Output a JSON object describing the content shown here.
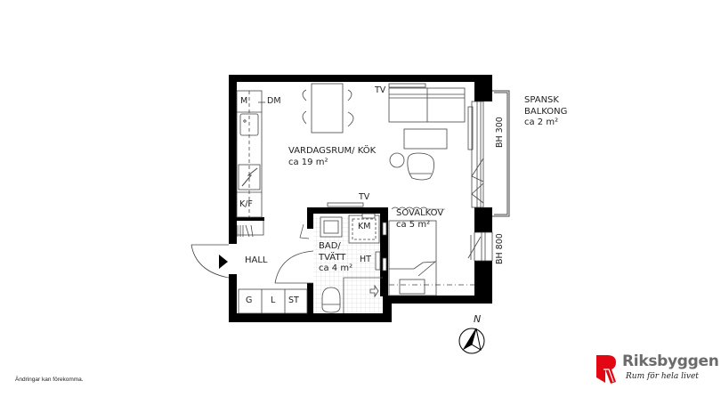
{
  "floorplan": {
    "rooms": {
      "living": {
        "name": "VARDAGSRUM/ KÖK",
        "area": "ca 19 m²"
      },
      "bath": {
        "name_line1": "BAD/",
        "name_line2": "TVÄTT",
        "area": "ca 4 m²"
      },
      "alcove": {
        "name": "SOVALKOV",
        "area": "ca 5 m²"
      },
      "hall": {
        "name": "HALL"
      },
      "balcony": {
        "name_line1": "SPANSK",
        "name_line2": "BALKONG",
        "area": "ca 2 m²"
      }
    },
    "fixtures": {
      "microwave": "M",
      "dishwasher": "DM",
      "fridge_freezer": "K/F",
      "tv_living": "TV",
      "tv_alcove": "TV",
      "washing_machine": "KM",
      "towel_heater": "HT",
      "wardrobe_g": "G",
      "wardrobe_l": "L",
      "wardrobe_st": "ST"
    },
    "windows": {
      "upper": "BH 300",
      "lower": "BH 800"
    },
    "compass": {
      "label": "N"
    }
  },
  "footer": {
    "disclaimer": "Ändringar kan förekomma.",
    "brand_name": "Riksbyggen",
    "brand_slogan": "Rum för hela livet",
    "brand_color": "#e30613"
  }
}
